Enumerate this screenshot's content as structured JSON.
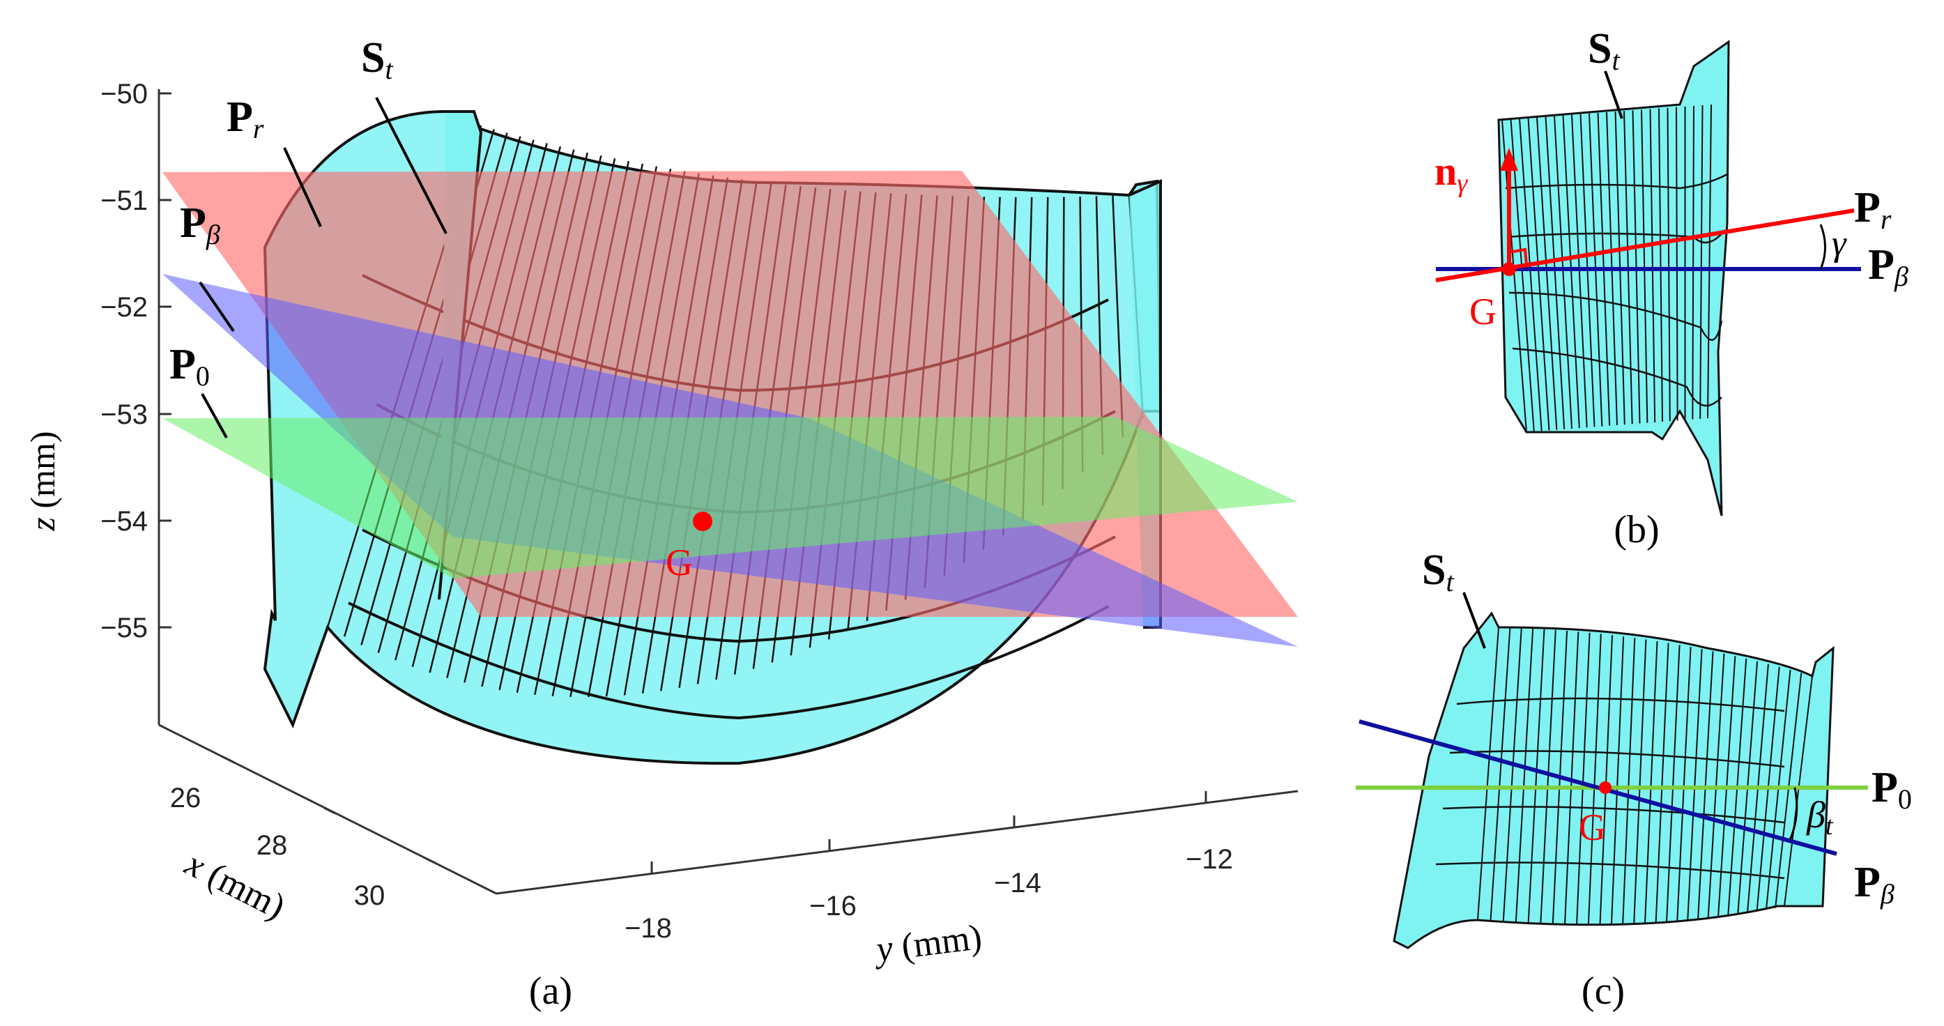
{
  "panels": {
    "a": {
      "caption": "(a)",
      "z_axis": {
        "label": "z",
        "unit": "(mm)",
        "ticks": [
          "−50",
          "−51",
          "−52",
          "−53",
          "−54",
          "−55"
        ]
      },
      "x_axis": {
        "label": "x",
        "unit": "(mm)",
        "ticks": [
          "26",
          "28",
          "30"
        ]
      },
      "y_axis": {
        "label": "y",
        "unit": "(mm)",
        "ticks": [
          "−18",
          "−16",
          "−14",
          "−12"
        ]
      },
      "labels": {
        "surface": "S",
        "surface_sub": "t",
        "plane_r": "P",
        "plane_r_sub": "r",
        "plane_beta": "P",
        "plane_beta_sub": "β",
        "plane_0": "P",
        "plane_0_sub": "0",
        "point": "G"
      }
    },
    "b": {
      "caption": "(b)",
      "labels": {
        "surface": "S",
        "surface_sub": "t",
        "normal": "n",
        "normal_sub": "γ",
        "plane_r": "P",
        "plane_r_sub": "r",
        "plane_beta": "P",
        "plane_beta_sub": "β",
        "angle": "γ",
        "point": "G"
      }
    },
    "c": {
      "caption": "(c)",
      "labels": {
        "surface": "S",
        "surface_sub": "t",
        "plane_0": "P",
        "plane_0_sub": "0",
        "plane_beta": "P",
        "plane_beta_sub": "β",
        "angle": "β",
        "angle_sub": "t",
        "point": "G"
      }
    }
  },
  "colors": {
    "surface_fill": "#7ff2f2",
    "surface_line": "#111111",
    "plane_r": "#ff6b6b",
    "plane_beta": "#5c5cff",
    "plane_0": "#66ee66",
    "point": "#ff0000",
    "line_r": "#ff0000",
    "line_beta": "#1010a0",
    "line_0": "#80d040"
  }
}
